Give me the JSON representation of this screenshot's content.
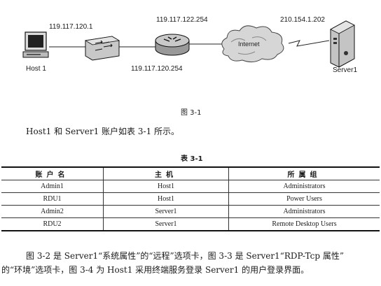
{
  "diagram": {
    "host_ip": "119.117.120.1",
    "router_top_ip": "119.117.122.254",
    "router_bottom_ip": "119.117.120.254",
    "server_ip": "210.154.1.202",
    "host_label": "Host 1",
    "server_label": "Server1",
    "cloud_label": "Internet"
  },
  "figure_caption": "图 3-1",
  "intro_text": "Host1 和 Server1 账户如表 3-1 所示。",
  "table": {
    "title": "表 3-1",
    "headers": [
      "账户名",
      "主机",
      "所属组"
    ],
    "rows": [
      [
        "Admin1",
        "Host1",
        "Administrators"
      ],
      [
        "RDU1",
        "Host1",
        "Power Users"
      ],
      [
        "Admin2",
        "Server1",
        "Administrators"
      ],
      [
        "RDU2",
        "Server1",
        "Remote Desktop Users"
      ]
    ]
  },
  "paragraph": {
    "line1": "图 3-2 是 Server1“系统属性”的“远程”选项卡，图 3-3 是 Server1“RDP-Tcp 属性”",
    "line2": "的“环境”选项卡，图 3-4 为 Host1 采用终端服务登录 Server1 的用户登录界面。"
  }
}
